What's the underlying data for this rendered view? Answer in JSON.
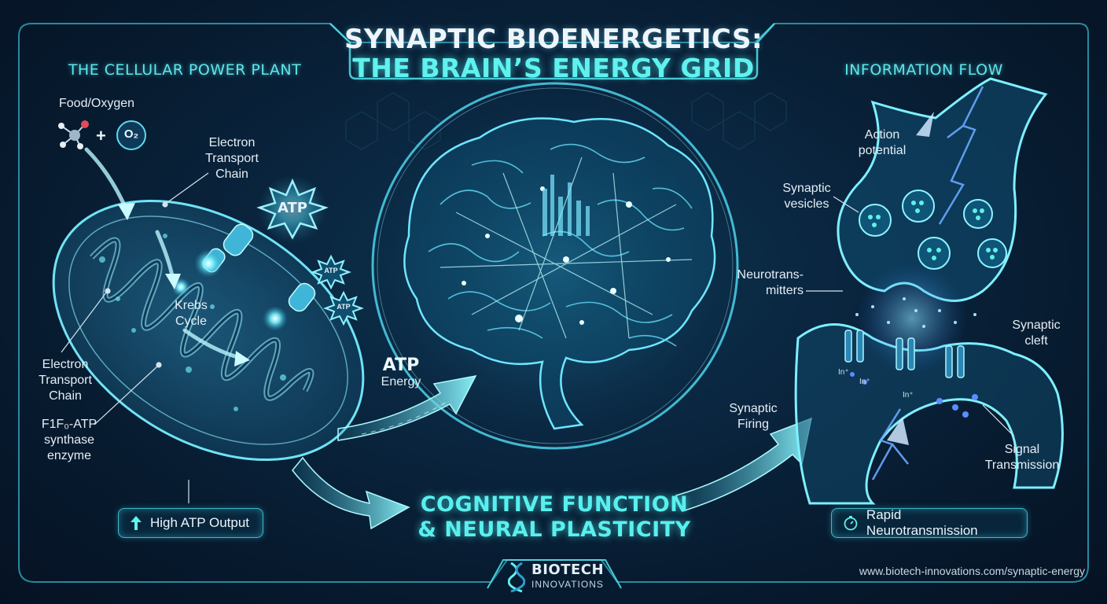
{
  "title": {
    "line1": "SYNAPTIC BIOENERGETICS:",
    "line2": "THE BRAIN’S ENERGY GRID"
  },
  "left_panel": {
    "heading": "THE CELLULAR POWER PLANT",
    "food_oxygen": "Food/Oxygen",
    "plus": "+",
    "oxygen": "O₂",
    "etc_top_line1": "Electron",
    "etc_top_line2": "Transport",
    "etc_top_line3": "Chain",
    "atp_big": "ATP",
    "atp_small_1": "ATP",
    "atp_small_2": "ATP",
    "krebs_line1": "Krebs",
    "krebs_line2": "Cycle",
    "etc_left_line1": "Electron",
    "etc_left_line2": "Transport",
    "etc_left_line3": "Chain",
    "synthase_line1": "F1F₀-ATP",
    "synthase_line2": "synthase",
    "synthase_line3": "enzyme",
    "output_badge": "High ATP Output"
  },
  "center_panel": {
    "atp_energy_line1": "ATP",
    "atp_energy_line2": "Energy",
    "cognitive_line1": "COGNITIVE FUNCTION",
    "cognitive_line2": "& NEURAL PLASTICITY"
  },
  "right_panel": {
    "heading": "INFORMATION FLOW",
    "action_line1": "Action",
    "action_line2": "potential",
    "vesicles_line1": "Synaptic",
    "vesicles_line2": "vesicles",
    "neuro_line1": "Neurotrans-",
    "neuro_line2": "mitters",
    "cleft_line1": "Synaptic",
    "cleft_line2": "cleft",
    "firing_line1": "Synaptic",
    "firing_line2": "Firing",
    "signal_line1": "Signal",
    "signal_line2": "Transmission",
    "ion_label_1": "In⁺",
    "ion_label_2": "In⁺",
    "ion_label_3": "In⁺",
    "output_badge": "Rapid Neurotransmission"
  },
  "footer": {
    "brand_line1": "BIOTECH",
    "brand_line2": "INNOVATIONS",
    "url": "www.biotech-innovations.com/synaptic-energy"
  },
  "colors": {
    "background": "#071a2e",
    "accent_cyan": "#5ff2ee",
    "frame": "#3fb8c8",
    "lightning": "#6aa8ff"
  },
  "icons": [
    "molecule-icon",
    "oxygen-icon",
    "up-arrow-icon",
    "stopwatch-icon",
    "dna-icon"
  ]
}
